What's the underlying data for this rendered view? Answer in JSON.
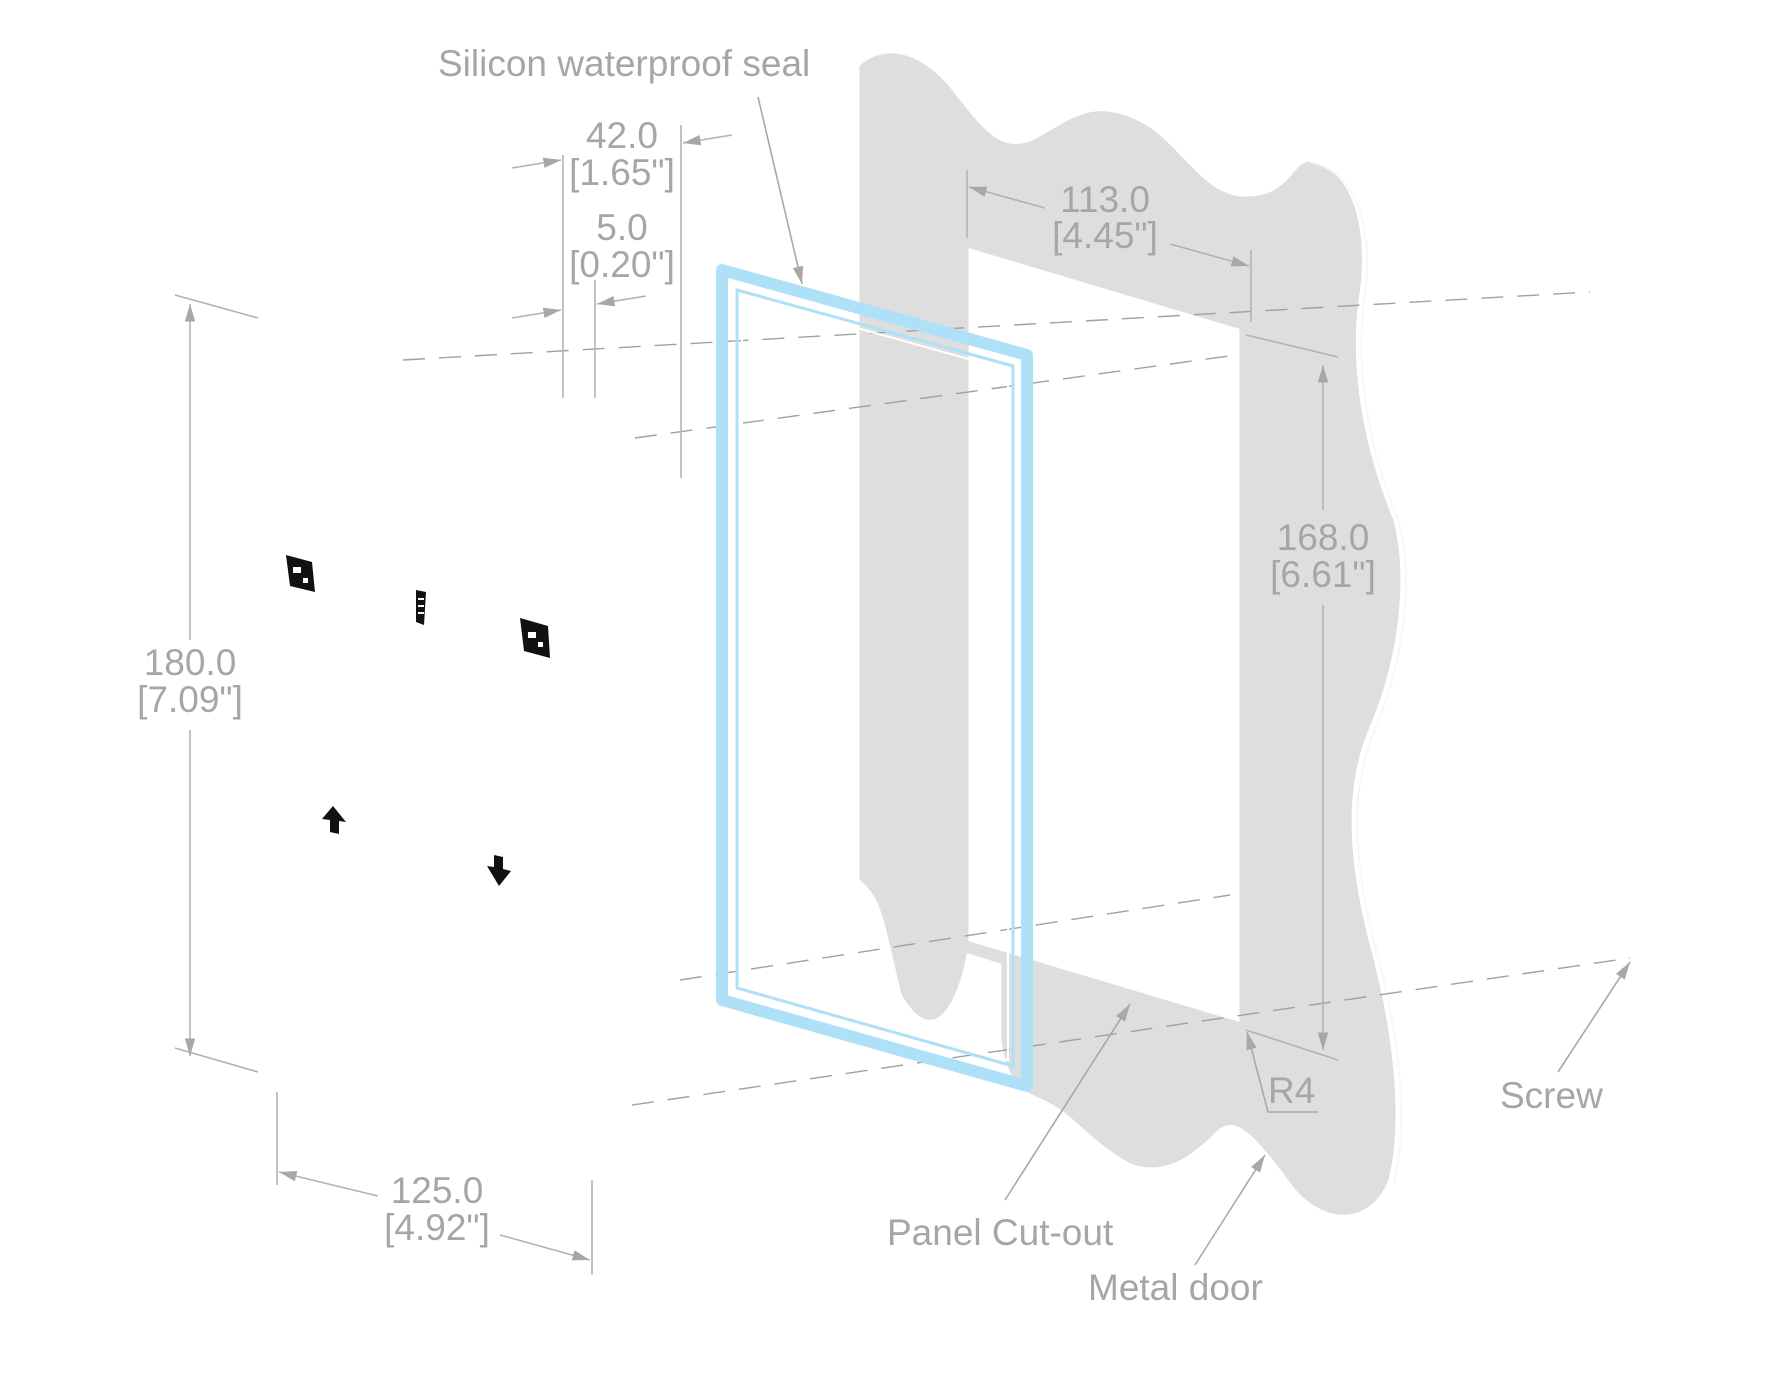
{
  "labels": {
    "seal": "Silicon waterproof seal",
    "screw": "Screw",
    "cutout": "Panel Cut-out",
    "door": "Metal door",
    "radius": "R4"
  },
  "dimensions": {
    "depth_total": {
      "mm": "42.0",
      "inch": "[1.65\"]"
    },
    "depth_seal": {
      "mm": "5.0",
      "inch": "[0.20\"]"
    },
    "cutout_width": {
      "mm": "113.0",
      "inch": "[4.45\"]"
    },
    "cutout_height": {
      "mm": "168.0",
      "inch": "[6.61\"]"
    },
    "panel_height": {
      "mm": "180.0",
      "inch": "[7.09\"]"
    },
    "panel_width": {
      "mm": "125.0",
      "inch": "[4.92\"]"
    }
  },
  "colors": {
    "door": "#dedede",
    "seal": "#aee0f7",
    "dimension": "#a6a6a6"
  },
  "icons": [
    "up-arrow-icon",
    "down-arrow-icon",
    "panel-component-icon",
    "spring-icon"
  ]
}
